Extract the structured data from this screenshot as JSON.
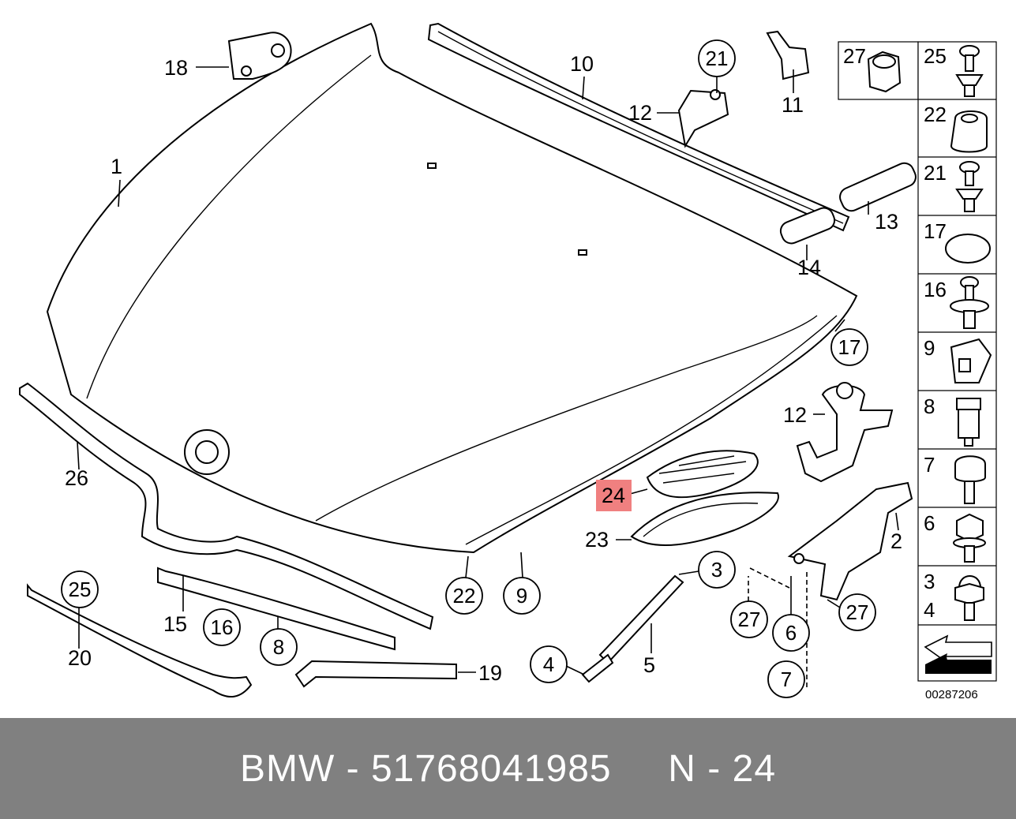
{
  "diagram": {
    "labels": {
      "l1": "1",
      "l2": "2",
      "l3": "3",
      "l4": "4",
      "l5": "5",
      "l6": "6",
      "l7": "7",
      "l8": "8",
      "l9": "9",
      "l10": "10",
      "l11": "11",
      "l12a": "12",
      "l12b": "12",
      "l13": "13",
      "l14": "14",
      "l15": "15",
      "l16": "16",
      "l17": "17",
      "l18": "18",
      "l19": "19",
      "l20": "20",
      "l21": "21",
      "l22": "22",
      "l23": "23",
      "l24": "24",
      "l25": "25",
      "l26": "26",
      "l27a": "27",
      "l27b": "27"
    },
    "highlight_color": "#f08080",
    "legend": {
      "cells": [
        "27",
        "25",
        "22",
        "21",
        "17",
        "16",
        "9",
        "8",
        "7",
        "6",
        "3",
        "4"
      ]
    },
    "image_code": "00287206"
  },
  "footer": {
    "brand": "BMW",
    "separator": "-",
    "part_number": "51768041985",
    "position": "N - 24"
  }
}
